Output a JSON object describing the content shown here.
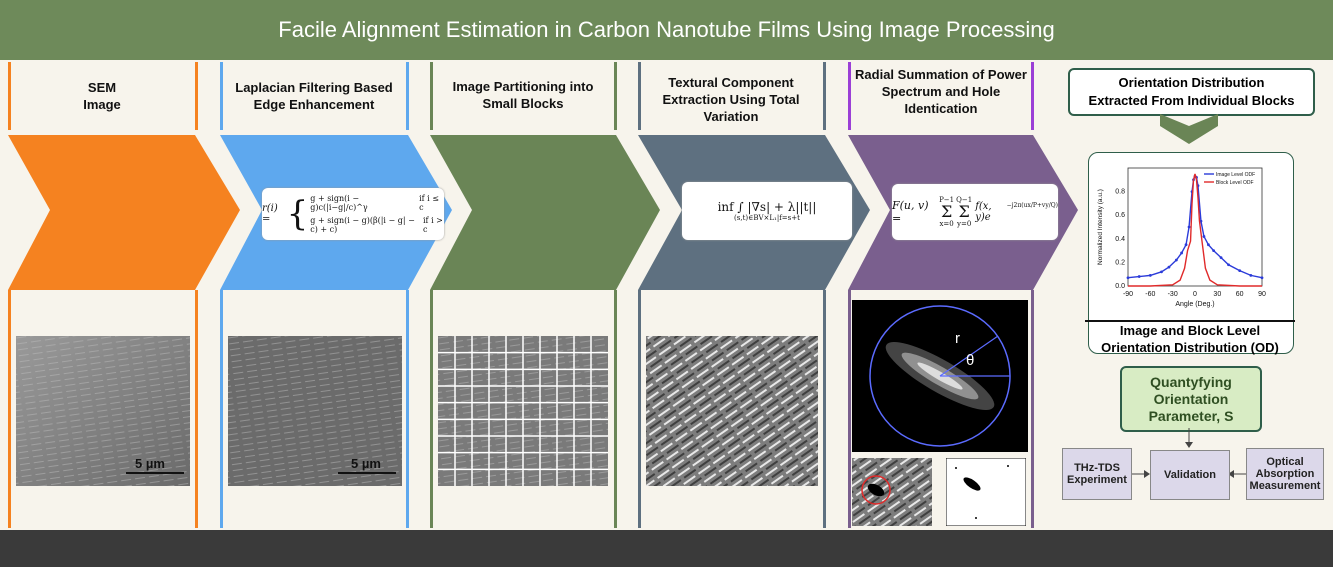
{
  "title": "Facile Alignment Estimation in Carbon Nanotube Films Using Image Processing",
  "steps": [
    {
      "label": "SEM\nImage",
      "color": "#f58220"
    },
    {
      "label": "Laplacian Filtering Based\nEdge Enhancement",
      "color": "#5ea8ee"
    },
    {
      "label": "Image Partitioning into\nSmall Blocks",
      "color": "#6a8556"
    },
    {
      "label": "Textural Component\nExtraction Using Total\nVariation",
      "color": "#5e7080"
    },
    {
      "label": "Radial Summation of Power\nSpectrum and Hole\nIdentication",
      "color": "#7a5f8e"
    }
  ],
  "scale_bar_1": "5 µm",
  "scale_bar_2": "5 µm",
  "formula_laplacian_r": "r(i) =",
  "formula_laplacian_case1": "g + sign(i − g)c(|i−g|/c)^γ",
  "formula_laplacian_case1_cond": "if i ≤ c",
  "formula_laplacian_case2": "g + sign(i − g)(β(|i − g| − c) + c)",
  "formula_laplacian_case2_cond": "if i > c",
  "formula_tv": "inf  ∫ |∇s| + λ||t||",
  "formula_tv_sub": "(s,t)∈BV×L₁|f=s+t",
  "formula_fft_lhs": "F(u, v) =",
  "formula_fft_sum1": "P−1",
  "formula_fft_sum1b": "x=0",
  "formula_fft_sum2": "Q−1",
  "formula_fft_sum2b": "y=0",
  "formula_fft_rhs": "f(x, y)e",
  "formula_fft_exp": "−j2π(ux/P+vy/Q)",
  "fft_r": "r",
  "fft_theta": "θ",
  "od_header": "Orientation Distribution\nExtracted From Individual Blocks",
  "od_caption": "Image and Block Level\nOrientation Distribution (OD)",
  "chart_data": {
    "type": "line",
    "xlabel": "Angle (Deg.)",
    "ylabel": "Normalized Intensity (a.u.)",
    "xlim": [
      -90,
      90
    ],
    "ylim": [
      0,
      1.0
    ],
    "xticks": [
      "-90",
      "-60",
      "-30",
      "0",
      "30",
      "60",
      "90"
    ],
    "yticks": [
      "0.0",
      "0.2",
      "0.4",
      "0.6",
      "0.8"
    ],
    "legend_position": "top-right",
    "series": [
      {
        "name": "Image Level ODF",
        "color": "#2b3bd9",
        "x": [
          -90,
          -75,
          -60,
          -45,
          -35,
          -25,
          -18,
          -12,
          -8,
          -4,
          -2,
          0,
          2,
          4,
          8,
          12,
          18,
          25,
          35,
          45,
          60,
          75,
          90
        ],
        "y": [
          0.07,
          0.08,
          0.09,
          0.12,
          0.16,
          0.22,
          0.28,
          0.35,
          0.5,
          0.8,
          0.9,
          0.93,
          0.92,
          0.85,
          0.55,
          0.42,
          0.35,
          0.3,
          0.24,
          0.18,
          0.13,
          0.09,
          0.07
        ]
      },
      {
        "name": "Block Level ODF",
        "color": "#e02a2a",
        "x": [
          -90,
          -60,
          -30,
          -20,
          -14,
          -10,
          -6,
          -4,
          -2,
          0,
          2,
          4,
          6,
          10,
          14,
          20,
          30,
          60,
          90
        ],
        "y": [
          0.0,
          0.0,
          0.01,
          0.05,
          0.15,
          0.3,
          0.38,
          0.7,
          0.9,
          0.95,
          0.9,
          0.75,
          0.55,
          0.35,
          0.15,
          0.05,
          0.01,
          0.0,
          0.0
        ]
      }
    ]
  },
  "quantify_label": "Quantyfying\nOrientation\nParameter, S",
  "thz_label": "THz-TDS\nExperiment",
  "validation_label": "Validation",
  "optical_label": "Optical\nAbsorption\nMeasurement"
}
